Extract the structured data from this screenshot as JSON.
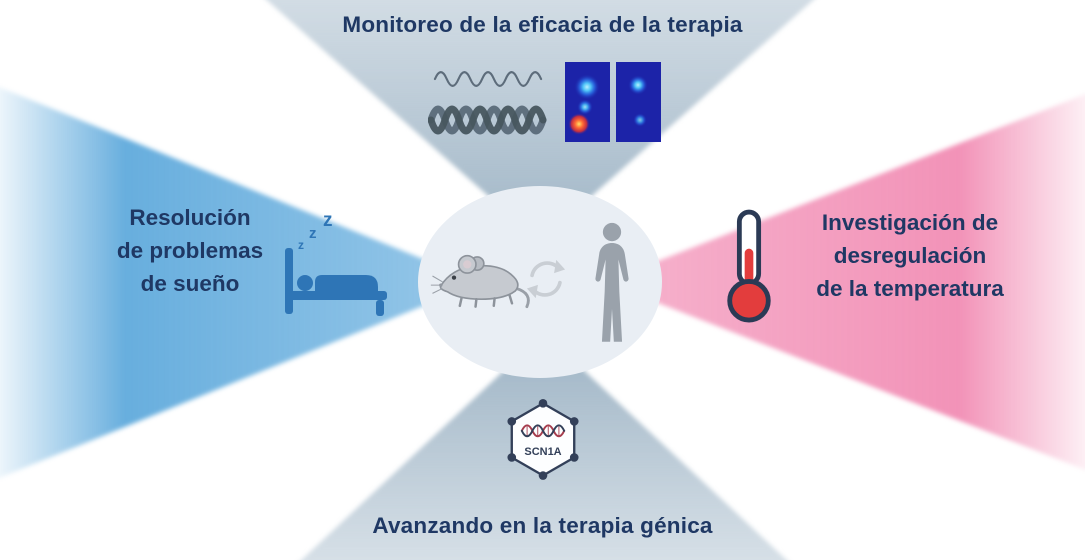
{
  "labels": {
    "top": "Monitoreo de la eficacia de la terapia",
    "bottom": "Avanzando en la terapia génica",
    "left_lines": [
      "Resolución",
      "de problemas",
      "de sueño"
    ],
    "right_lines": [
      "Investigación de",
      "desregulación",
      "de la temperatura"
    ]
  },
  "sleep": {
    "zzz": [
      "z",
      "z",
      "z"
    ]
  },
  "gene_therapy": {
    "gene_label": "SCN1A"
  },
  "icons": {
    "center": [
      "mouse-icon",
      "cycle-arrows-icon",
      "human-silhouette-icon"
    ],
    "top": [
      "eeg-wave-icon",
      "braided-signal-icon",
      "brain-heatmap-panels-icon"
    ],
    "left": [
      "bed-sleep-icon",
      "zzz-text"
    ],
    "right": [
      "thermometer-icon"
    ],
    "bottom": [
      "scn1a-hexagon-icon"
    ]
  },
  "colors": {
    "text-navy": "#1f3864",
    "beam-blue": "#4da0d8",
    "beam-pink": "#ec5f96",
    "beam-gray": "#a4b8c8",
    "ellipse-fill": "#e9eef4",
    "bed-blue": "#2e75b6",
    "thermo-red": "#e33d3d",
    "thermo-outline": "#2b3a55",
    "hex-navy": "#334059",
    "panel-navy": "#1c23a8",
    "gray-icon": "#5d6c7b",
    "mouse-gray": "#c6cad0",
    "human-gray": "#9aa2ab",
    "cycle-gray": "#c9ced4"
  }
}
